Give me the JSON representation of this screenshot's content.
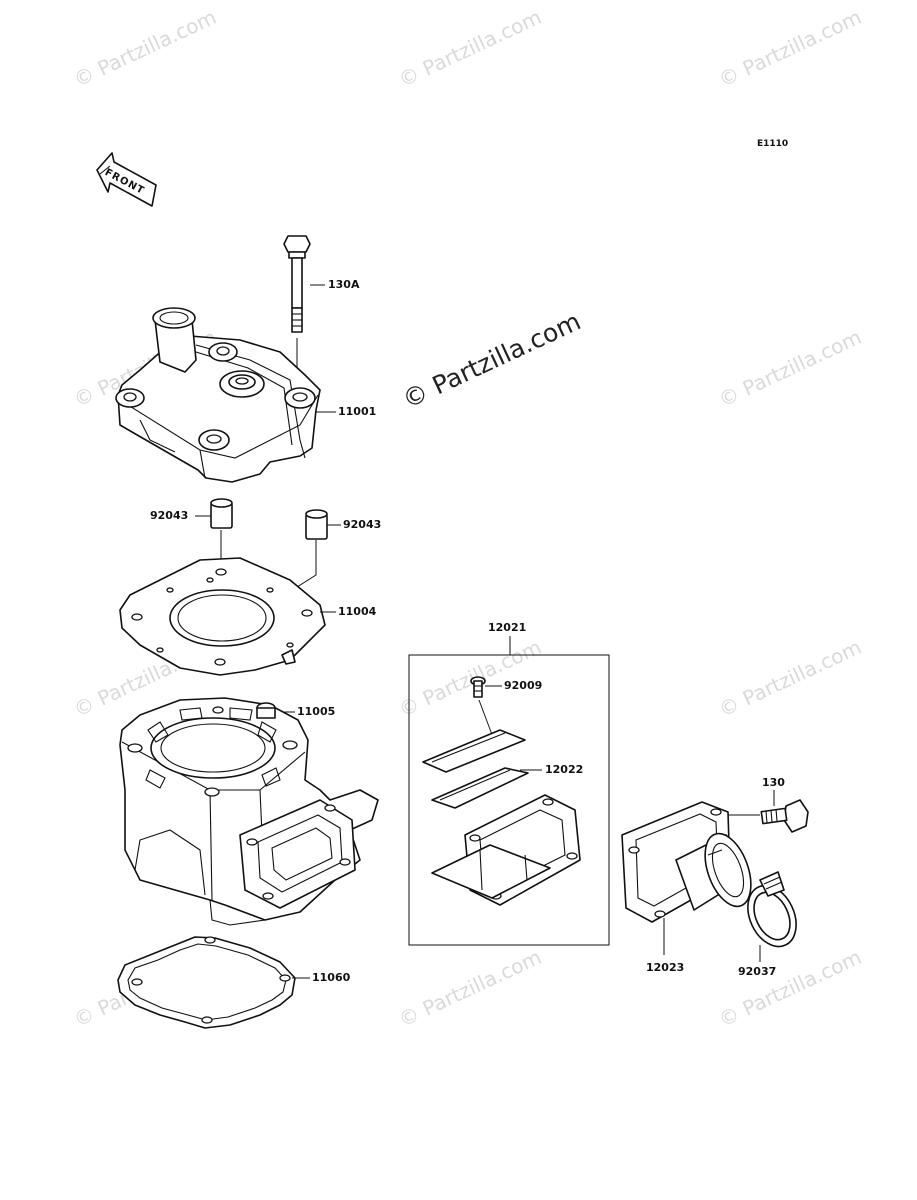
{
  "diagram_code": "E1110",
  "front_label": "FRONT",
  "watermark_text": "© Partzilla.com",
  "watermark_center_text": "© Partzilla.com",
  "parts": {
    "bolt_130a": "130A",
    "cylinder_head": "11001",
    "dowel_left": "92043",
    "dowel_right": "92043",
    "head_gasket": "11004",
    "cylinder": "11005",
    "base_gasket": "11060",
    "reed_valve_assembly": "12021",
    "screw": "92009",
    "reed": "12022",
    "bolt_130": "130",
    "intake_pipe": "12023",
    "clamp": "92037"
  },
  "colors": {
    "line": "#111111",
    "watermark": "#dadada"
  }
}
